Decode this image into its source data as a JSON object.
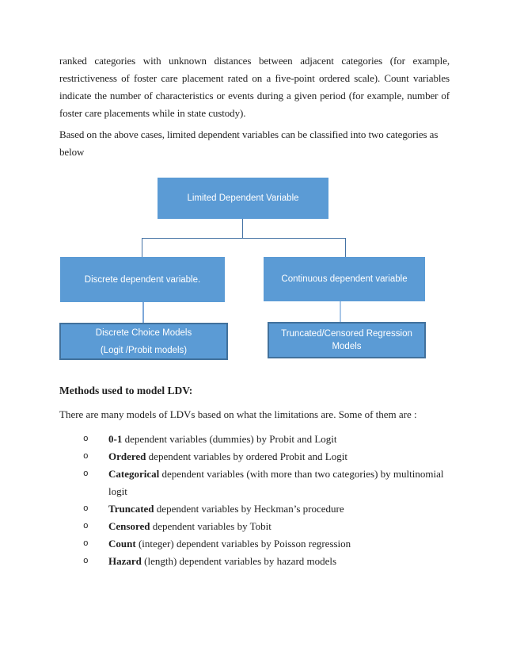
{
  "document": {
    "paragraph1": "ranked categories with unknown distances between adjacent categories (for example, restrictiveness of foster care placement rated on a five-point ordered scale). Count variables indicate the number of characteristics or events during a given period (for example, number of foster care placements while in state custody).",
    "paragraph2": "Based on the above cases, limited dependent variables can be classified into two categories as below",
    "methods_heading": "Methods used to model LDV:",
    "methods_intro": "There are many models of LDVs based on what the limitations are. Some of them are :",
    "bullet_char": "o",
    "methods_list": [
      {
        "bold": "0-1",
        "rest": " dependent variables (dummies) by Probit and Logit"
      },
      {
        "bold": "Ordered",
        "rest": " dependent variables by ordered Probit and Logit"
      },
      {
        "bold": "Categorical",
        "rest": " dependent variables (with more than two categories) by multinomial logit"
      },
      {
        "bold": "Truncated",
        "rest": " dependent variables by Heckman’s procedure"
      },
      {
        "bold": "Censored",
        "rest": " dependent variables by Tobit"
      },
      {
        "bold": "Count",
        "rest": " (integer) dependent variables by Poisson regression"
      },
      {
        "bold": "Hazard",
        "rest": " (length) dependent variables by hazard models"
      }
    ]
  },
  "diagram": {
    "root_label": "Limited Dependent Variable",
    "left_branch_label": "Discrete dependent variable.",
    "right_branch_label": "Continuous dependent variable",
    "left_leaf_line1": "Discrete Choice Models",
    "left_leaf_line2": "(Logit /Probit models)",
    "right_leaf_label": "Truncated/Censored Regression Models",
    "colors": {
      "box_fill": "#5b9bd5",
      "box_border": "#41719c",
      "box_text": "#ffffff",
      "connector": "#4472a4",
      "body_text": "#1f1f1f"
    }
  }
}
